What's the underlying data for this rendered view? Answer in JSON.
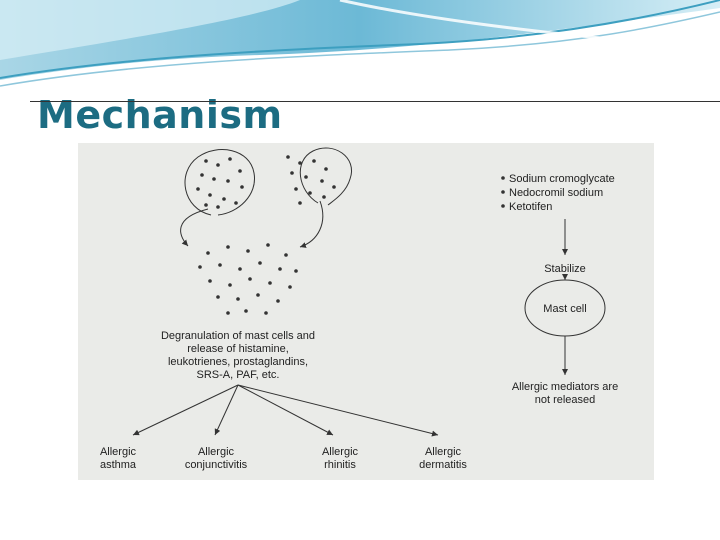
{
  "slide": {
    "title": "Mechanism"
  },
  "diagram": {
    "degranulation_text": [
      "Degranulation of mast cells and",
      "release of histamine,",
      "leukotrienes, prostaglandins,",
      "SRS-A, PAF, etc."
    ],
    "drugs": [
      "Sodium cromoglycate",
      "Nedocromil sodium",
      "Ketotifen"
    ],
    "stabilize_label": "Stabilize",
    "mast_cell_label": "Mast cell",
    "result_text": [
      "Allergic mediators are",
      "not released"
    ],
    "outcomes": [
      {
        "line1": "Allergic",
        "line2": "asthma"
      },
      {
        "line1": "Allergic",
        "line2": "conjunctivitis"
      },
      {
        "line1": "Allergic",
        "line2": "rhinitis"
      },
      {
        "line1": "Allergic",
        "line2": "dermatitis"
      }
    ],
    "colors": {
      "title": "#1c6c82",
      "banner_light": "#cfe8f2",
      "banner_dark": "#3d9fc0",
      "figure_bg": "#eaebe8"
    }
  }
}
